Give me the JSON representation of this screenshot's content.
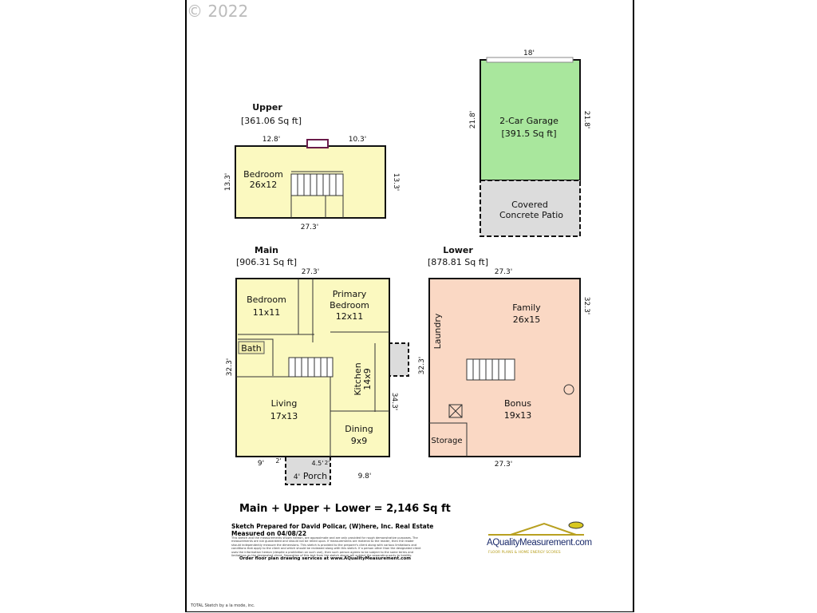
{
  "copyright": "© 2022",
  "upper": {
    "title": "Upper",
    "area": "[361.06 Sq ft]",
    "dims": {
      "top_left": "12.8'",
      "top_right": "10.3'",
      "left": "13.3'",
      "right": "13.3'",
      "bottom": "27.3'"
    },
    "rooms": [
      {
        "name": "Bedroom",
        "size": "26x12"
      }
    ]
  },
  "garage": {
    "dims": {
      "top": "18'",
      "left": "21.8'",
      "right": "21.8'"
    },
    "name": "2-Car Garage",
    "area": "[391.5 Sq ft]",
    "patio_line1": "Covered",
    "patio_line2": "Concrete Patio"
  },
  "main": {
    "title": "Main",
    "area": "[906.31 Sq ft]",
    "dims": {
      "top": "27.3'",
      "left": "32.3'",
      "right": "34.3'",
      "bottom_left": "9'",
      "bottom_small": "2'",
      "porch_side": "4.5'",
      "porch_small": "2'",
      "porch_width": "4'",
      "bottom_right": "9.8'"
    },
    "rooms": {
      "bedroom": {
        "name": "Bedroom",
        "size": "11x11"
      },
      "primary": {
        "name1": "Primary",
        "name2": "Bedroom",
        "size": "12x11"
      },
      "bath": "Bath",
      "kitchen": {
        "name": "Kitchen",
        "size": "14x9"
      },
      "living": {
        "name": "Living",
        "size": "17x13"
      },
      "dining": {
        "name": "Dining",
        "size": "9x9"
      },
      "porch": "Porch"
    }
  },
  "lower": {
    "title": "Lower",
    "area": "[878.81 Sq ft]",
    "dims": {
      "top": "27.3'",
      "left": "32.3'",
      "right": "32.3'",
      "bottom": "27.3'"
    },
    "rooms": {
      "family": {
        "name": "Family",
        "size": "26x15"
      },
      "laundry": "Laundry",
      "bonus": {
        "name": "Bonus",
        "size": "19x13"
      },
      "storage": "Storage"
    }
  },
  "footer": {
    "total": "Main + Upper + Lower = 2,146 Sq ft",
    "prepared": "Sketch Prepared for David Policar, (W)here, Inc. Real Estate",
    "measured": "Measured on 04/08/22",
    "disclaimer": "This sketch and the measurements shown hereon, are approximate and are only provided for rough demonstrative purposes. The measurements are not guaranteed and should not be relied upon. If measurements are material to the reader, then the reader should independently measure the dimensions. This sketch is provided to the preparer's client along with various limitations and conditions that apply to the client and which should be reviewed along with this sketch. If a person other than the designated client uses the information hereon (despite a prohibition on such use), then such person agrees to be subject to the same terms and limitations as the designated client. Separation of this text from the sketch above will subject the separating party to liability.",
    "order": "Order floor plan drawing services at www.AQualityMeasurement.com",
    "credit": "TOTAL Sketch by a la mode, inc."
  },
  "logo": {
    "name": "AQualityMeasurement.com",
    "tagline": "FLOOR PLANS & HOME ENERGY SCORES"
  },
  "colors": {
    "yellow": "#fbf9c0",
    "garage": "#a9e79d",
    "patio": "#dcdcdc",
    "lower": "#fad8c4"
  }
}
